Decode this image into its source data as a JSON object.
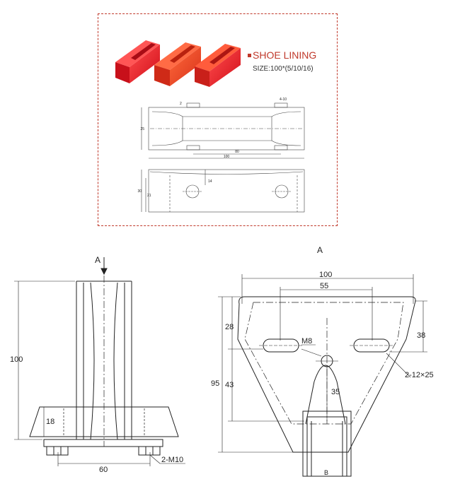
{
  "product": {
    "title": "SHOE LINING",
    "size": "SIZE:100*(5/10/16)"
  },
  "card_drawing": {
    "top_view": {
      "dim_left": "25",
      "dim_top_small": "2",
      "dim_top_right": "4-10",
      "dim_inner": "80",
      "dim_total": "100"
    },
    "side_view": {
      "dim_left_outer": "30",
      "dim_left_inner": "21",
      "dim_hole": "14"
    }
  },
  "front_view": {
    "arrow_label": "A",
    "height_dim": "100",
    "flange_dim": "18",
    "bolt_spacing": "60",
    "bolt_label": "2-M10"
  },
  "view_a": {
    "title": "A",
    "width_dim": "100",
    "slot_spacing": "55",
    "dim_28": "28",
    "dim_38": "38",
    "dim_95": "95",
    "dim_43": "43",
    "dim_35": "35",
    "thread_label": "M8",
    "slot_label": "2-12×25",
    "bottom_label": "B"
  }
}
